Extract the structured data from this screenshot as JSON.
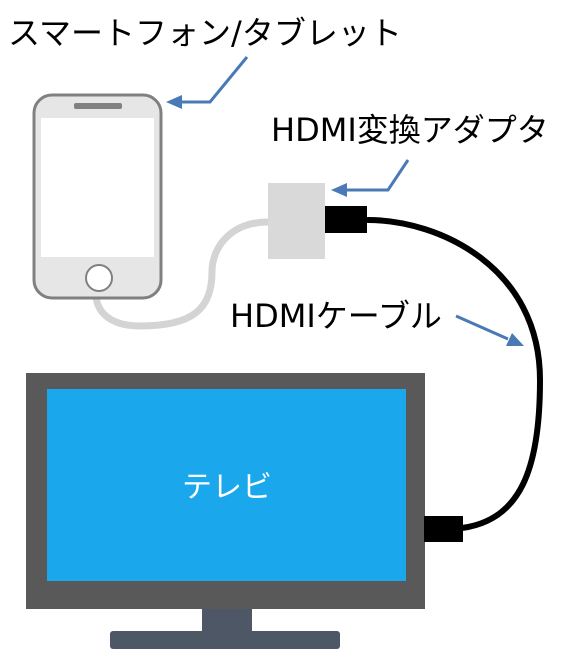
{
  "labels": {
    "smartphone": "スマートフォン/タブレット",
    "adapter": "HDMI変換アダプタ",
    "cable": "HDMIケーブル",
    "tv": "テレビ"
  },
  "colors": {
    "arrow": "#4A7AB6",
    "phone_frame": "#808080",
    "phone_body": "#E6E6E6",
    "adapter_body": "#D9D9D9",
    "white_cable": "#D4D4D4",
    "hdmi_cable": "#000000",
    "tv_frame": "#595959",
    "tv_screen": "#1AA7EC",
    "tv_stand": "#4D5765"
  }
}
